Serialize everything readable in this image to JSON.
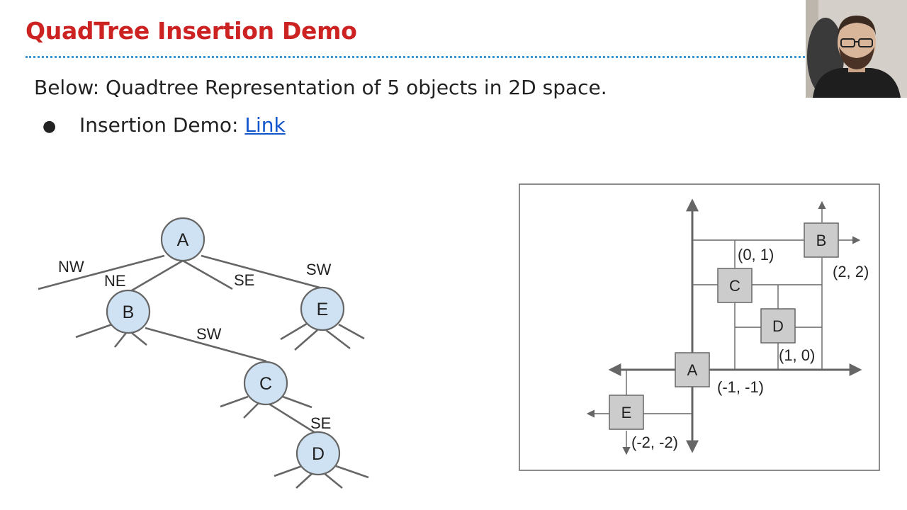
{
  "slide": {
    "title": "QuadTree Insertion Demo",
    "intro": "Below: Quadtree Representation of 5 objects in 2D space.",
    "bullet": {
      "marker": "●",
      "text": "Insertion Demo: ",
      "link_label": "Link"
    }
  },
  "tree": {
    "nodes": [
      {
        "id": "A",
        "label": "A"
      },
      {
        "id": "B",
        "label": "B"
      },
      {
        "id": "E",
        "label": "E"
      },
      {
        "id": "C",
        "label": "C"
      },
      {
        "id": "D",
        "label": "D"
      }
    ],
    "edges": [
      {
        "from": "A",
        "to": "B",
        "label": "NE"
      },
      {
        "from": "A",
        "to": "E",
        "label": "SW"
      },
      {
        "from": "B",
        "to": "C",
        "label": "SW"
      },
      {
        "from": "C",
        "to": "D",
        "label": "SE"
      }
    ],
    "empty_edge_labels": [
      "NW",
      "SE"
    ]
  },
  "space": {
    "points": [
      {
        "label": "A",
        "coord": "(-1, -1)"
      },
      {
        "label": "B",
        "coord": "(2, 2)"
      },
      {
        "label": "C",
        "coord": "(0, 1)"
      },
      {
        "label": "D",
        "coord": "(1, 0)"
      },
      {
        "label": "E",
        "coord": "(-2, -2)"
      }
    ]
  },
  "colors": {
    "title": "#cc2222",
    "rule": "#3a9ad9",
    "link": "#1155cc",
    "node_fill": "#cfe2f3",
    "box_fill": "#cccccc"
  }
}
